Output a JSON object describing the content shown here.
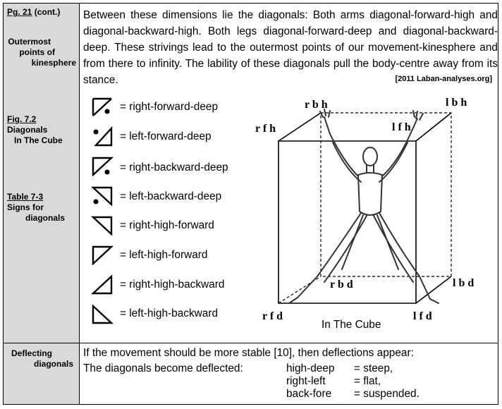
{
  "sidebar": {
    "page_ref": "Pg. 21",
    "page_ref_suffix": " (cont.)",
    "section1": [
      "Outermost",
      "points of",
      "kinesphere"
    ],
    "fig_ref": "Fig. 7.2",
    "fig_title": [
      "Diagonals",
      "In The Cube"
    ],
    "table_ref": "Table 7-3",
    "table_title": [
      "Signs for",
      "diagonals"
    ],
    "section2": [
      "Deflecting",
      "diagonals"
    ]
  },
  "paragraph": "Between these dimensions lie the diagonals: Both arms diagonal-forward-high and diagonal-backward-high. Both legs diagonal-forward-deep and diagonal-backward-deep. These strivings lead to the outermost points of our movement-kinesphere and from there to infinity. The lability of these diagonals pull the body-centre away from its stance.",
  "copyright": "[2011 Laban-analyses.org]",
  "signs": [
    {
      "label": "= right-forward-deep"
    },
    {
      "label": "= left-forward-deep"
    },
    {
      "label": "= right-backward-deep"
    },
    {
      "label": "= left-backward-deep"
    },
    {
      "label": "= right-high-forward"
    },
    {
      "label": "= left-high-forward"
    },
    {
      "label": "= right-high-backward"
    },
    {
      "label": "= left-high-backward"
    }
  ],
  "cube": {
    "labels": {
      "rbh": "r b h",
      "lbh": "l b h",
      "rfh": "r f h",
      "lfh": "l f h",
      "rbd": "r b d",
      "lbd": "l b d",
      "rfd": "r f d",
      "lfd": "l f d"
    },
    "caption": "In The Cube"
  },
  "bottom": {
    "line1": "If the movement should be more stable [10], then deflections appear:",
    "line2": "The diagonals become deflected:",
    "terms": [
      "high-deep",
      "right-left",
      "back-fore"
    ],
    "results": [
      "= steep,",
      "= flat,",
      "= suspended."
    ]
  }
}
